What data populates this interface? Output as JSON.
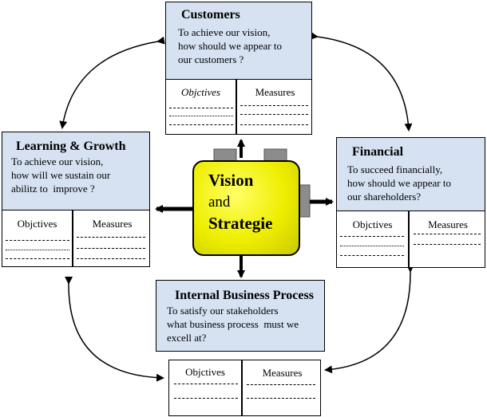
{
  "customers": {
    "title": "Customers",
    "question": "To achieve our vision,\nhow should we appear to\nour customers ?",
    "col1": "Objctives",
    "col2": "Measures"
  },
  "learning": {
    "title": "Learning & Growth",
    "question": "To achieve our vision,\nhow will we sustain our\nabilitz to  improve ?",
    "col1": "Objctives",
    "col2": "Measures"
  },
  "financial": {
    "title": "Financial",
    "question": "To succeed financially,\nhow should we appear to\nour shareholders?",
    "col1": "Objctives",
    "col2": "Measures"
  },
  "internal": {
    "title": "Internal Business Process",
    "question": "To satisfy our stakeholders\nwhat business process  must we\nexcell at?",
    "col1": "Objctives",
    "col2": "Measures"
  },
  "center": {
    "line1": "Vision",
    "line2": "and",
    "line3": "Strategie",
    "fill_color": "#eeee00"
  }
}
